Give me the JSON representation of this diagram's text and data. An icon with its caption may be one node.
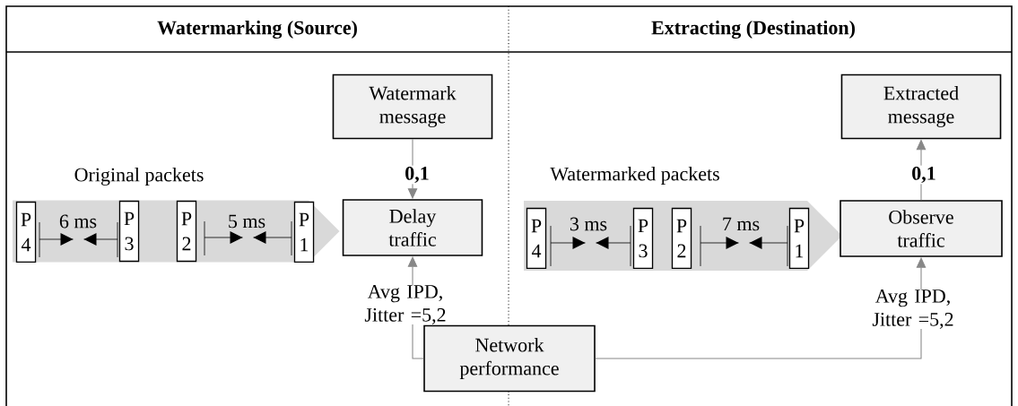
{
  "diagram": {
    "nodes": [
      {
        "text": [
          "Watermark message"
        ]
      },
      {
        "text": [
          "Extracted message"
        ]
      },
      {
        "text": [],
        "shape": "arrow"
      },
      {
        "text": [
          "P 4"
        ],
        "in": 2
      },
      {
        "text": [
          "P 3"
        ],
        "in": 2
      },
      {
        "text": [
          "P 2"
        ],
        "in": 2
      },
      {
        "text": [
          "P 1"
        ],
        "in": 2
      },
      {
        "text": [
          "Delay traffic"
        ]
      },
      {
        "text": [],
        "shape": "arrow"
      },
      {
        "text": [
          "P 4"
        ],
        "in": 8
      },
      {
        "text": [
          "P 3"
        ],
        "in": 8
      },
      {
        "text": [
          "P 2"
        ],
        "in": 8
      },
      {
        "text": [
          "P 1"
        ],
        "in": 8
      },
      {
        "text": [
          "Observe traffic"
        ]
      },
      {
        "text": [
          "Network performance"
        ]
      }
    ],
    "edges": [
      {
        "from": 0,
        "to": 7,
        "arrow": "to",
        "label": "0,1"
      },
      {
        "from": 13,
        "to": 1,
        "arrow": "to",
        "label": "0,1"
      },
      {
        "from": 14,
        "to": 7,
        "arrow": "to",
        "label": "Avg IPD, Jitter =5,2"
      },
      {
        "from": 14,
        "to": 13,
        "arrow": "to",
        "label": "Avg IPD, Jitter =5,2"
      }
    ],
    "labels": [
      "Watermarking (Source)",
      "Extracting (Destination)",
      "Original packets",
      "6 ms",
      "5 ms",
      "Watermarked packets",
      "3 ms",
      "7 ms"
    ]
  }
}
